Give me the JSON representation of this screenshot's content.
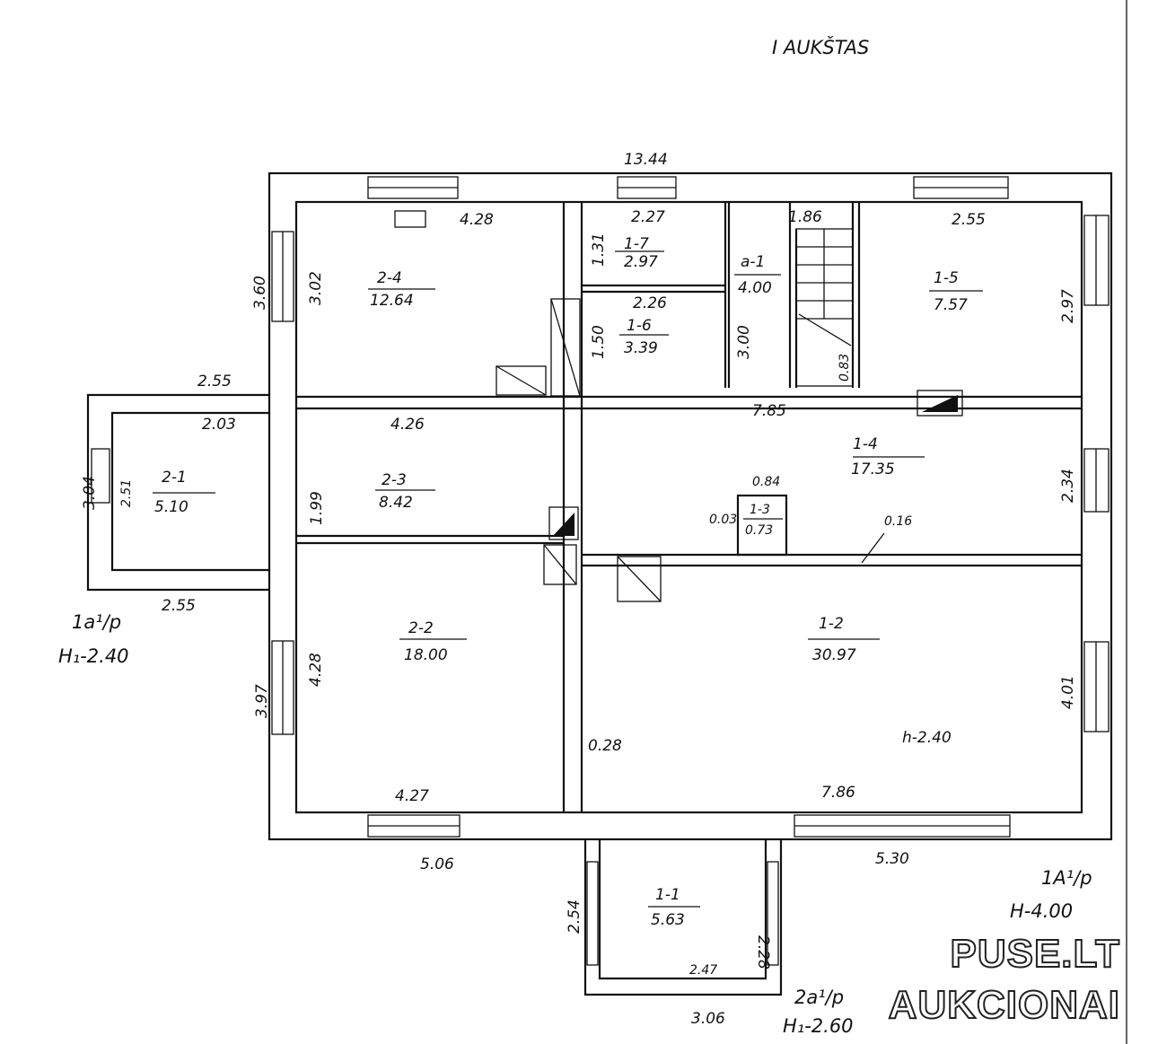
{
  "title": "I AUKŠTAS",
  "rooms": [
    {
      "id": "2-4",
      "area": "12.64"
    },
    {
      "id": "1-7",
      "area": "2.97"
    },
    {
      "id": "1-6",
      "area": "3.39"
    },
    {
      "id": "a-1",
      "area": "4.00"
    },
    {
      "id": "1-5",
      "area": "7.57"
    },
    {
      "id": "2-1",
      "area": "5.10"
    },
    {
      "id": "2-3",
      "area": "8.42"
    },
    {
      "id": "1-4",
      "area": "17.35"
    },
    {
      "id": "1-3",
      "area": "0.73"
    },
    {
      "id": "2-2",
      "area": "18.00"
    },
    {
      "id": "1-2",
      "area": "30.97"
    },
    {
      "id": "1-1",
      "area": "5.63"
    }
  ],
  "dimensions": {
    "top_total": "13.44",
    "d_4_28a": "4.28",
    "d_2_27": "2.27",
    "d_1_86": "1.86",
    "d_2_55a": "2.55",
    "d_3_60": "3.60",
    "d_3_02": "3.02",
    "d_1_31": "1.31",
    "d_2_26": "2.26",
    "d_1_50": "1.50",
    "d_3_00": "3.00",
    "d_0_83": "0.83",
    "d_2_97": "2.97",
    "d_2_55b": "2.55",
    "d_2_03": "2.03",
    "d_4_26": "4.26",
    "d_7_85": "7.85",
    "d_3_04": "3.04",
    "d_2_51": "2.51",
    "d_1_99": "1.99",
    "d_0_84": "0.84",
    "d_0_03": "0.03",
    "d_0_16": "0.16",
    "d_2_34": "2.34",
    "d_2_55c": "2.55",
    "d_3_97": "3.97",
    "d_4_28b": "4.28",
    "d_0_28": "0.28",
    "d_4_01": "4.01",
    "d_4_27": "4.27",
    "d_7_86": "7.86",
    "d_5_06": "5.06",
    "d_5_30": "5.30",
    "d_2_54": "2.54",
    "d_2_28": "2.28",
    "d_2_47": "2.47",
    "d_3_06": "3.06"
  },
  "heights": {
    "room_h": "h-2.40"
  },
  "annexes": [
    {
      "code": "1a¹/p",
      "height": "H₁-2.40"
    },
    {
      "code": "1A¹/p",
      "height": "H-4.00"
    },
    {
      "code": "2a¹/p",
      "height": "H₁-2.60"
    }
  ],
  "watermark": {
    "line1": "PUSE.LT",
    "line2": "AUKCIONAI"
  }
}
